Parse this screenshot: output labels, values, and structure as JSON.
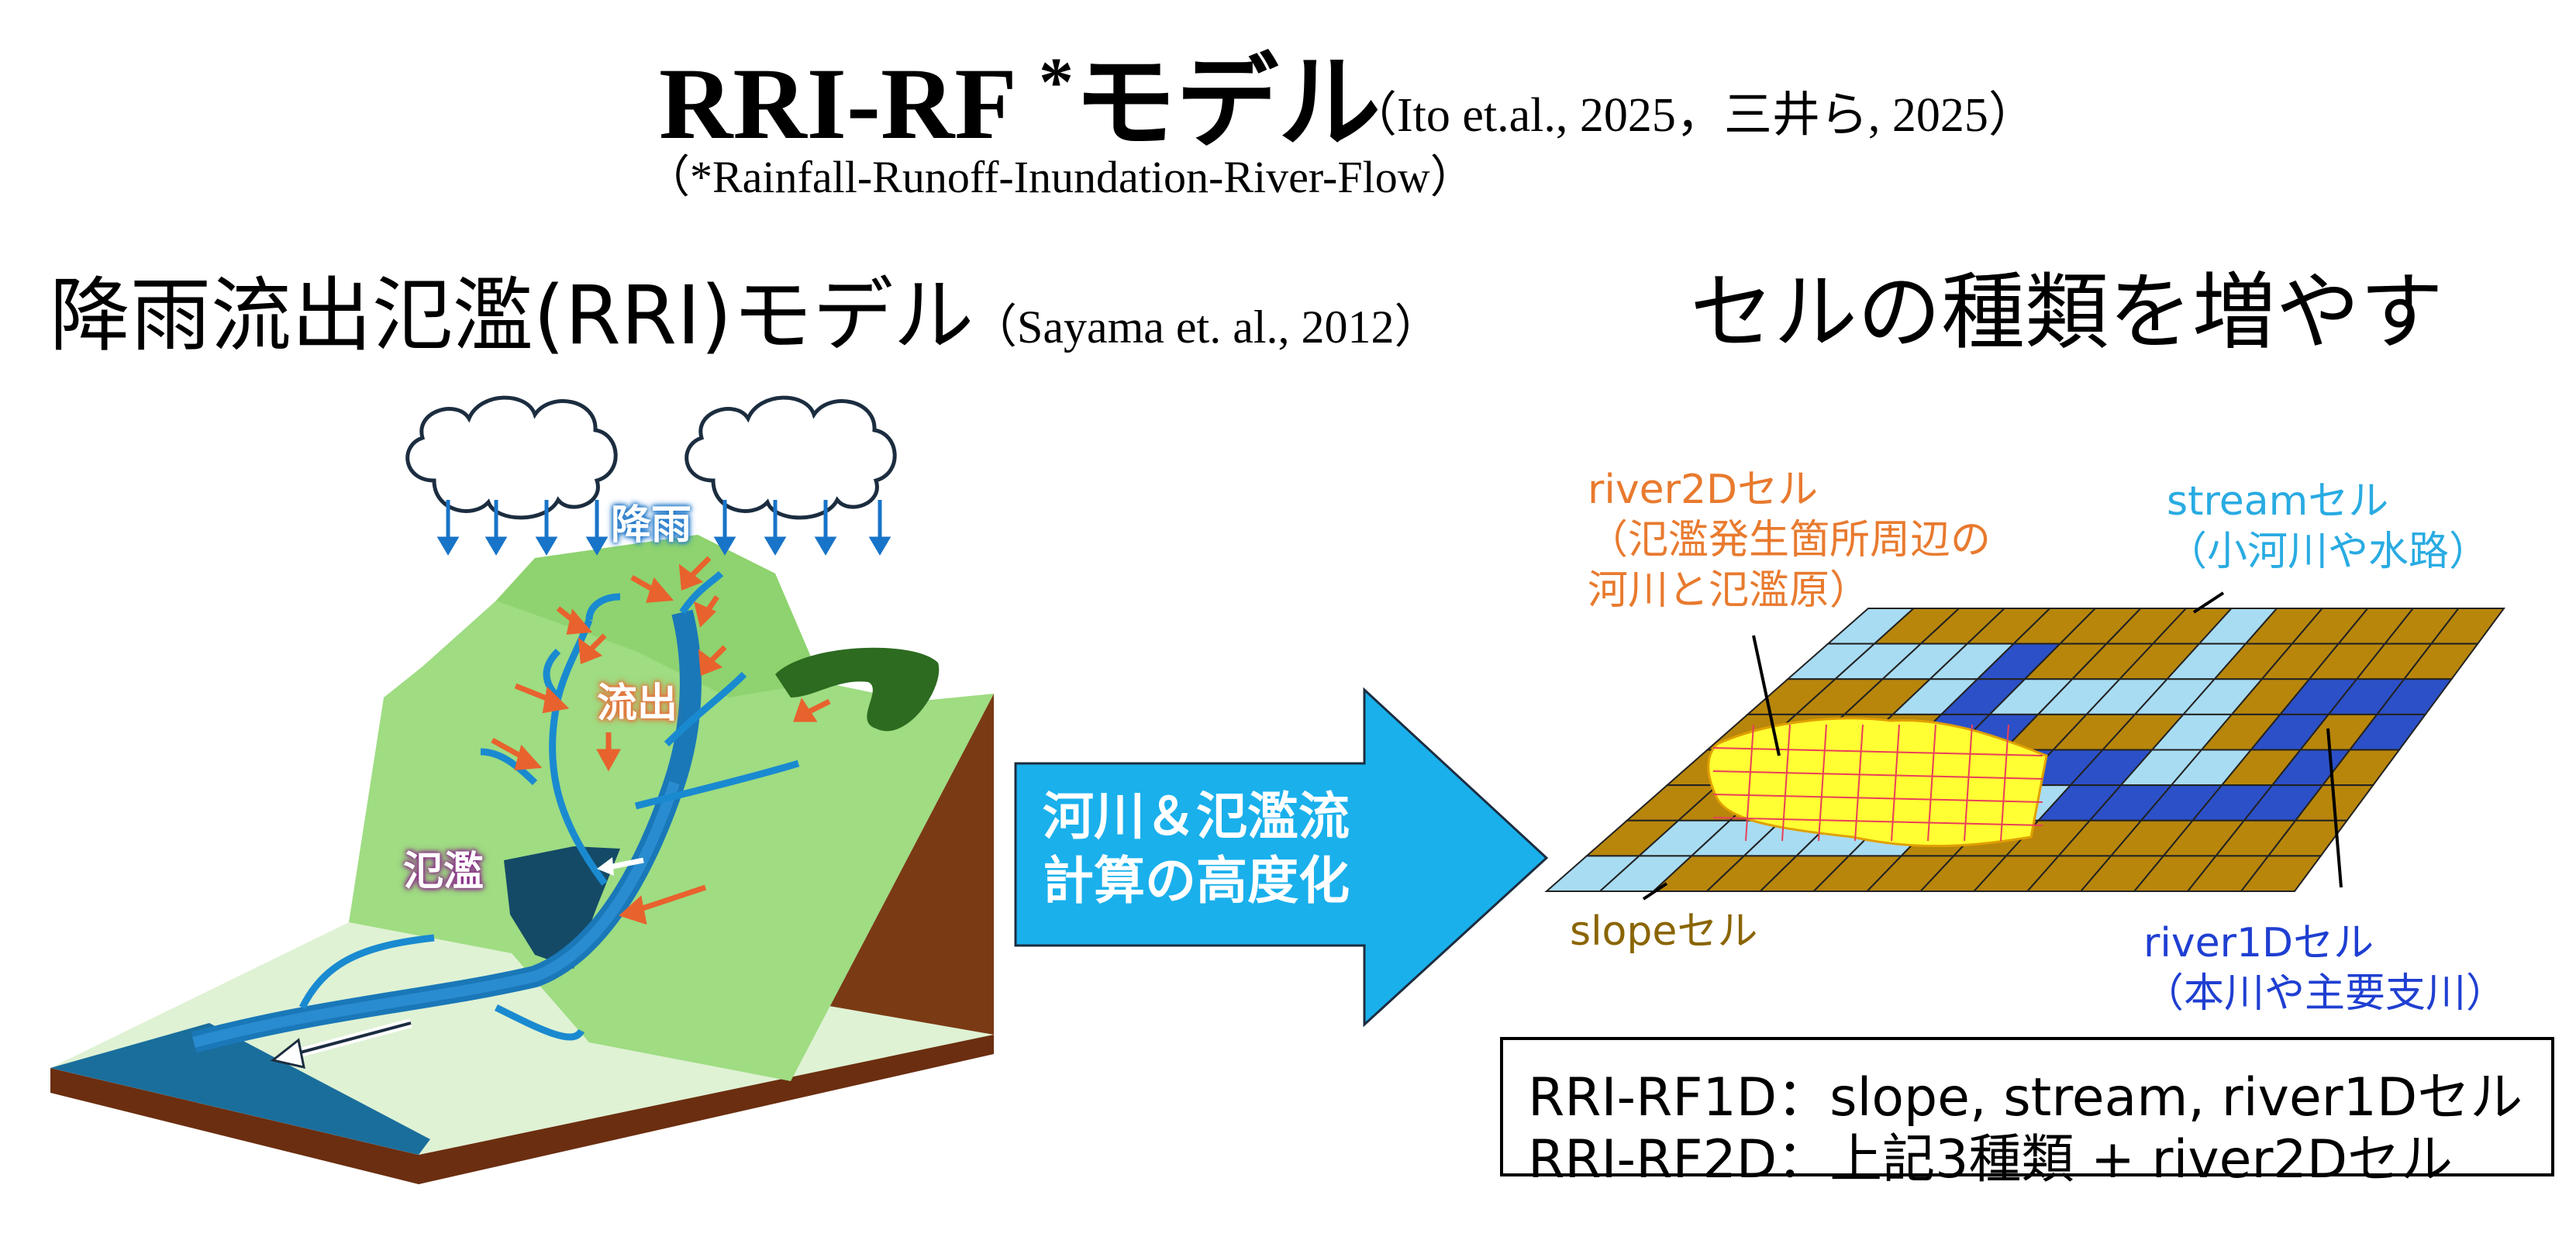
{
  "header": {
    "title": "RRI-RF",
    "title_star": "*",
    "title_suffix": "モデル",
    "title_ref": "（Ito et.al., 2025，三井ら, 2025）",
    "subtitle": "（*Rainfall-Runoff-Inundation-River-Flow）"
  },
  "left_panel": {
    "heading": "降雨流出氾濫(RRI)モデル",
    "heading_ref": "（Sayama et. al., 2012）",
    "labels": {
      "rain": "降雨",
      "runoff": "流出",
      "inundation": "氾濫"
    }
  },
  "center_arrow": {
    "line1": "河川＆氾濫流",
    "line2": "計算の高度化"
  },
  "right_panel": {
    "heading": "セルの種類を増やす",
    "river2d_label": [
      "river2Dセル",
      "（氾濫発生箇所周辺の",
      "河川と氾濫原）"
    ],
    "stream_label": [
      "streamセル",
      "（小河川や水路）"
    ],
    "slope_label": "slopeセル",
    "river1d_label": [
      "river1Dセル",
      "（本川や主要支川）"
    ]
  },
  "legend": {
    "row1": "RRI-RF1D：slope, stream, river1Dセル",
    "row2": "RRI-RF2D：上記3種類 + river2Dセル"
  },
  "colors": {
    "slope": "#b8860b",
    "stream": "#a8dcf2",
    "river1d": "#2c50c8",
    "river2d": "#ffff33",
    "arrow": "#1ab0ec",
    "terrain_green": "#9fdc82",
    "soil": "#7a3a14",
    "river": "#1878b8"
  },
  "icons": [
    "cloud-icon",
    "rain-arrow-icon",
    "runoff-arrow-icon"
  ]
}
